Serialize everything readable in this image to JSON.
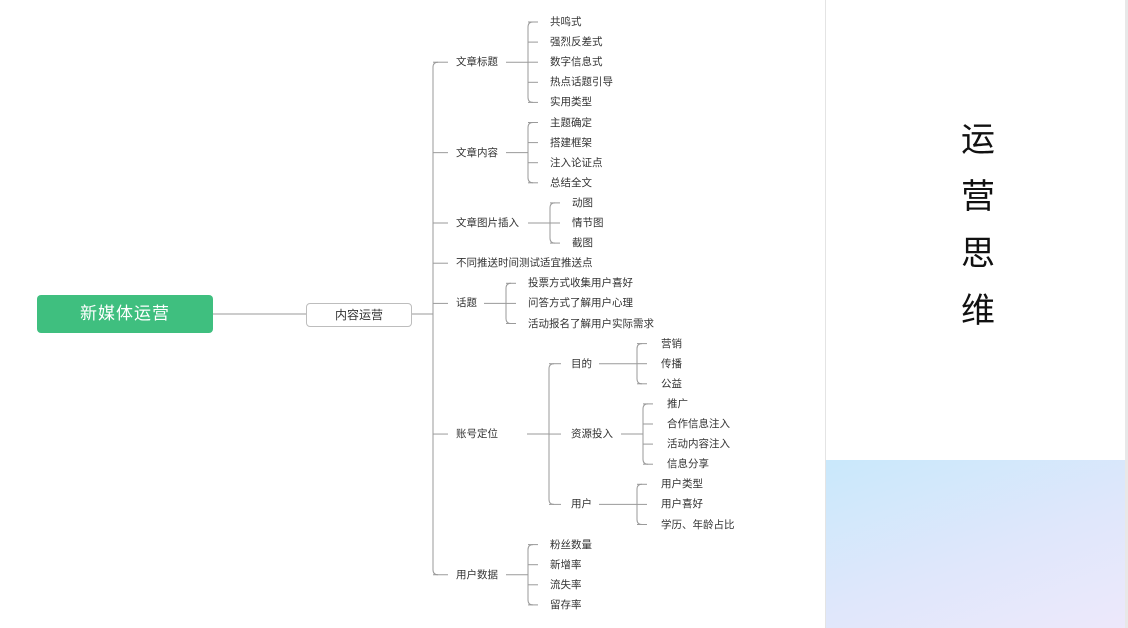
{
  "root": "新媒体运营",
  "central": "内容运营",
  "branches": [
    {
      "label": "文章标题",
      "children": [
        {
          "label": "共鸣式"
        },
        {
          "label": "强烈反差式"
        },
        {
          "label": "数字信息式"
        },
        {
          "label": "热点话题引导"
        },
        {
          "label": "实用类型"
        }
      ]
    },
    {
      "label": "文章内容",
      "children": [
        {
          "label": "主题确定"
        },
        {
          "label": "搭建框架"
        },
        {
          "label": "注入论证点"
        },
        {
          "label": "总结全文"
        }
      ]
    },
    {
      "label": "文章图片插入",
      "children": [
        {
          "label": "动图"
        },
        {
          "label": "情节图"
        },
        {
          "label": "截图"
        }
      ]
    },
    {
      "label": "不同推送时间测试适宜推送点",
      "children": []
    },
    {
      "label": "话题",
      "children": [
        {
          "label": "投票方式收集用户喜好"
        },
        {
          "label": "问答方式了解用户心理"
        },
        {
          "label": "活动报名了解用户实际需求"
        }
      ]
    },
    {
      "label": "账号定位",
      "children": [
        {
          "label": "目的",
          "children": [
            {
              "label": "营销"
            },
            {
              "label": "传播"
            },
            {
              "label": "公益"
            }
          ]
        },
        {
          "label": "资源投入",
          "children": [
            {
              "label": "推广"
            },
            {
              "label": "合作信息注入"
            },
            {
              "label": "活动内容注入"
            },
            {
              "label": "信息分享"
            }
          ]
        },
        {
          "label": "用户",
          "children": [
            {
              "label": "用户类型"
            },
            {
              "label": "用户喜好"
            },
            {
              "label": "学历、年龄占比"
            }
          ]
        }
      ]
    },
    {
      "label": "用户数据",
      "children": [
        {
          "label": "粉丝数量"
        },
        {
          "label": "新增率"
        },
        {
          "label": "流失率"
        },
        {
          "label": "留存率"
        }
      ]
    }
  ],
  "side_title": [
    "运",
    "营",
    "思",
    "维"
  ],
  "colors": {
    "root_bg": "#3fbf7f",
    "line": "#9a9a9a",
    "panel_gradient": "#c9e8fb"
  }
}
